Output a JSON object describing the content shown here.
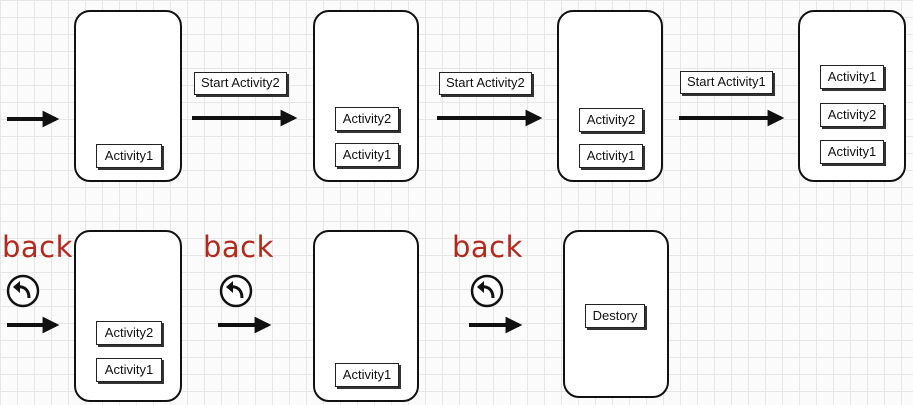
{
  "transitions_top": [
    {
      "label": "Start Activity2"
    },
    {
      "label": "Start Activity2"
    },
    {
      "label": "Start Activity1"
    }
  ],
  "stacks_top": [
    {
      "activities": [
        "Activity1"
      ]
    },
    {
      "activities": [
        "Activity2",
        "Activity1"
      ]
    },
    {
      "activities": [
        "Activity2",
        "Activity1"
      ]
    },
    {
      "activities": [
        "Activity1",
        "Activity2",
        "Activity1"
      ]
    }
  ],
  "stacks_bottom": [
    {
      "activities": [
        "Activity2",
        "Activity1"
      ]
    },
    {
      "activities": [
        "Activity1"
      ]
    },
    {
      "activities": [
        "Destory"
      ]
    }
  ],
  "back_steps": [
    {
      "text": "back",
      "icon": "back-arrow-icon"
    },
    {
      "text": "back",
      "icon": "back-arrow-icon"
    },
    {
      "text": "back",
      "icon": "back-arrow-icon"
    }
  ],
  "colors": {
    "back_text": "#b22a1e",
    "stroke": "#111111"
  }
}
